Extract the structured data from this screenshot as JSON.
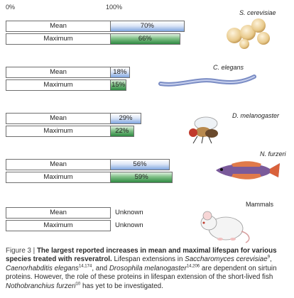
{
  "axis": {
    "zero_label": "0%",
    "hundred_label": "100%"
  },
  "chart_data": {
    "type": "bar",
    "orientation": "horizontal",
    "unit": "%",
    "xlim": [
      0,
      100
    ],
    "series_labels": [
      "Mean",
      "Maximum"
    ],
    "groups": [
      {
        "species": "S. cerevisiae",
        "italic": true,
        "mean": 70,
        "maximum": 66,
        "mean_label": "70%",
        "max_label": "66%"
      },
      {
        "species": "C. elegans",
        "italic": true,
        "mean": 18,
        "maximum": 15,
        "mean_label": "18%",
        "max_label": "15%"
      },
      {
        "species": "D. melanogaster",
        "italic": true,
        "mean": 29,
        "maximum": 22,
        "mean_label": "29%",
        "max_label": "22%"
      },
      {
        "species": "N. furzeri",
        "italic": true,
        "mean": 56,
        "maximum": 59,
        "mean_label": "56%",
        "max_label": "59%"
      },
      {
        "species": "Mammals",
        "italic": false,
        "mean": null,
        "maximum": null,
        "mean_label": "Unknown",
        "max_label": "Unknown"
      }
    ]
  },
  "colors": {
    "mean_bar": "#7fa6e0",
    "max_bar": "#2f8a43",
    "border": "#6f6f6f"
  },
  "illustrations": [
    "yeast-cells-icon",
    "worm-icon",
    "fruit-fly-icon",
    "fish-icon",
    "mouse-icon"
  ],
  "caption": {
    "figure_label": "Figure 3 |",
    "title": "The largest reported increases in mean and maximal lifespan for various species treated with resveratrol.",
    "text_1": "Lifespan extensions in",
    "species_1": "Saccharomyces cerevisiae",
    "ref_1": "9",
    "sep_1": ",",
    "species_2": "Caenorhabditis elegans",
    "ref_2": "14,174",
    "text_2": ", and",
    "species_3": "Drosophila melanogaster",
    "ref_3": "14,206",
    "text_3": "are dependent on sirtuin proteins. However, the role of these proteins in lifespan extension of the short-lived fish",
    "species_4": "Nothobranchius furzeri",
    "ref_4": "10",
    "text_4": "has yet to be investigated."
  }
}
